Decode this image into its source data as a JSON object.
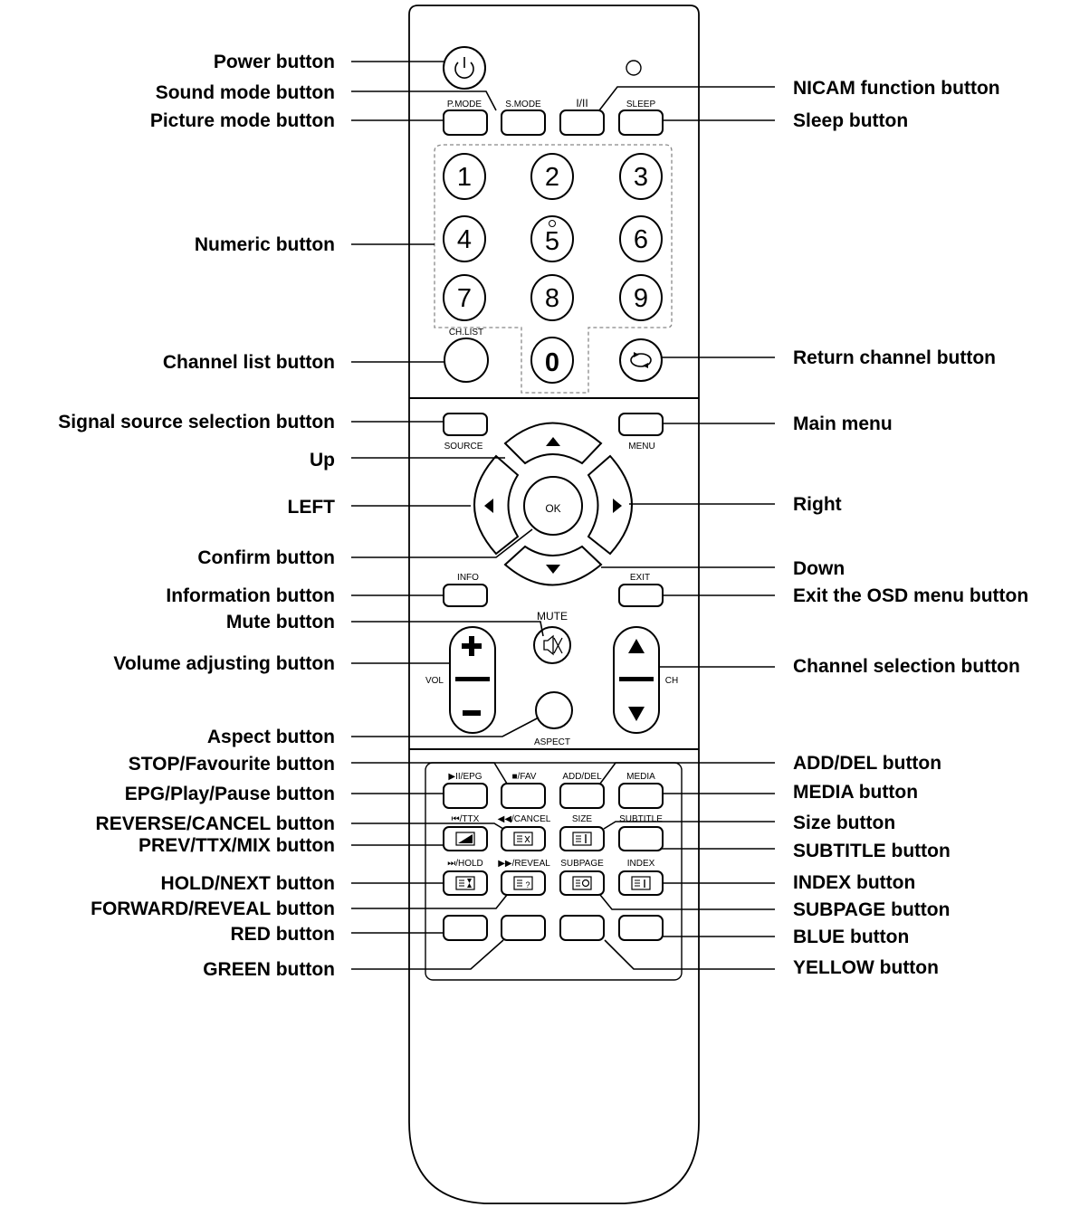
{
  "callouts_left": [
    "Power button",
    "Sound mode button",
    "Picture mode button",
    "Numeric button",
    "Channel list button",
    "Signal source selection button",
    "Up",
    "LEFT",
    "Confirm button",
    "Information button",
    "Mute button",
    "Volume adjusting button",
    "Aspect button",
    "STOP/Favourite button",
    "EPG/Play/Pause button",
    "REVERSE/CANCEL  button",
    "PREV/TTX/MIX button",
    "HOLD/NEXT button",
    "FORWARD/REVEAL  button",
    "RED button",
    "GREEN button"
  ],
  "callouts_right": [
    "NICAM function button",
    "Sleep button",
    "Return channel button",
    "Main menu",
    "Right",
    "Down",
    "Exit the OSD menu button",
    "Channel selection button",
    "ADD/DEL button",
    "MEDIA button",
    "Size button",
    "SUBTITLE button",
    "INDEX button",
    "SUBPAGE button",
    "BLUE button",
    "YELLOW button"
  ],
  "remote": {
    "top_row": [
      "P.MODE",
      "S.MODE",
      "I/II",
      "SLEEP"
    ],
    "digits": [
      "1",
      "2",
      "3",
      "4",
      "5",
      "6",
      "7",
      "8",
      "9",
      "0"
    ],
    "ch_list": "CH.LIST",
    "source": "SOURCE",
    "menu": "MENU",
    "ok": "OK",
    "info": "INFO",
    "exit": "EXIT",
    "mute": "MUTE",
    "vol": "VOL",
    "ch": "CH",
    "aspect": "ASPECT",
    "media_row1": [
      "▶II/EPG",
      "■/FAV",
      "ADD/DEL",
      "MEDIA"
    ],
    "media_row2": [
      "⏮/TTX",
      "◀◀/CANCEL",
      "SIZE",
      "SUBTITLE"
    ],
    "media_row3": [
      "⏭/HOLD",
      "▶▶/REVEAL",
      "SUBPAGE",
      "INDEX"
    ]
  },
  "colors": {
    "line": "#000000",
    "background": "#ffffff"
  }
}
